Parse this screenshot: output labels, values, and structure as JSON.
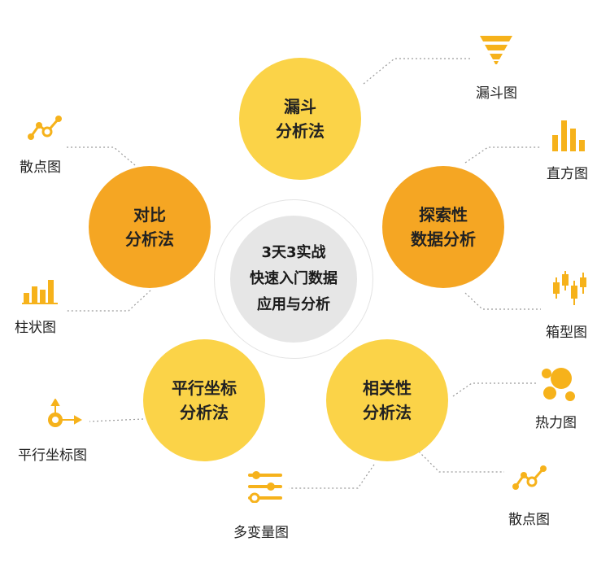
{
  "center": {
    "line1": "3天3实战",
    "line2": "快速入门数据",
    "line3": "应用与分析"
  },
  "methods": {
    "funnel": {
      "line1": "漏斗",
      "line2": "分析法"
    },
    "explore": {
      "line1": "探索性",
      "line2": "数据分析"
    },
    "correlation": {
      "line1": "相关性",
      "line2": "分析法"
    },
    "parallel": {
      "line1": "平行坐标",
      "line2": "分析法"
    },
    "compare": {
      "line1": "对比",
      "line2": "分析法"
    }
  },
  "charts": {
    "funnel_chart": "漏斗图",
    "histogram": "直方图",
    "boxplot": "箱型图",
    "heatmap": "热力图",
    "scatter_right": "散点图",
    "multivariate": "多变量图",
    "parallel_coords": "平行坐标图",
    "bar_chart": "柱状图",
    "scatter_left": "散点图"
  },
  "colors": {
    "yellow": "#fbd348",
    "orange": "#f5a623",
    "icon": "#f6b21b",
    "center": "#e6e6e6"
  },
  "icons": [
    "funnel-icon",
    "histogram-icon",
    "boxplot-icon",
    "heatmap-icon",
    "scatter-icon",
    "sliders-icon",
    "target-arrows-icon",
    "bar-chart-icon"
  ]
}
